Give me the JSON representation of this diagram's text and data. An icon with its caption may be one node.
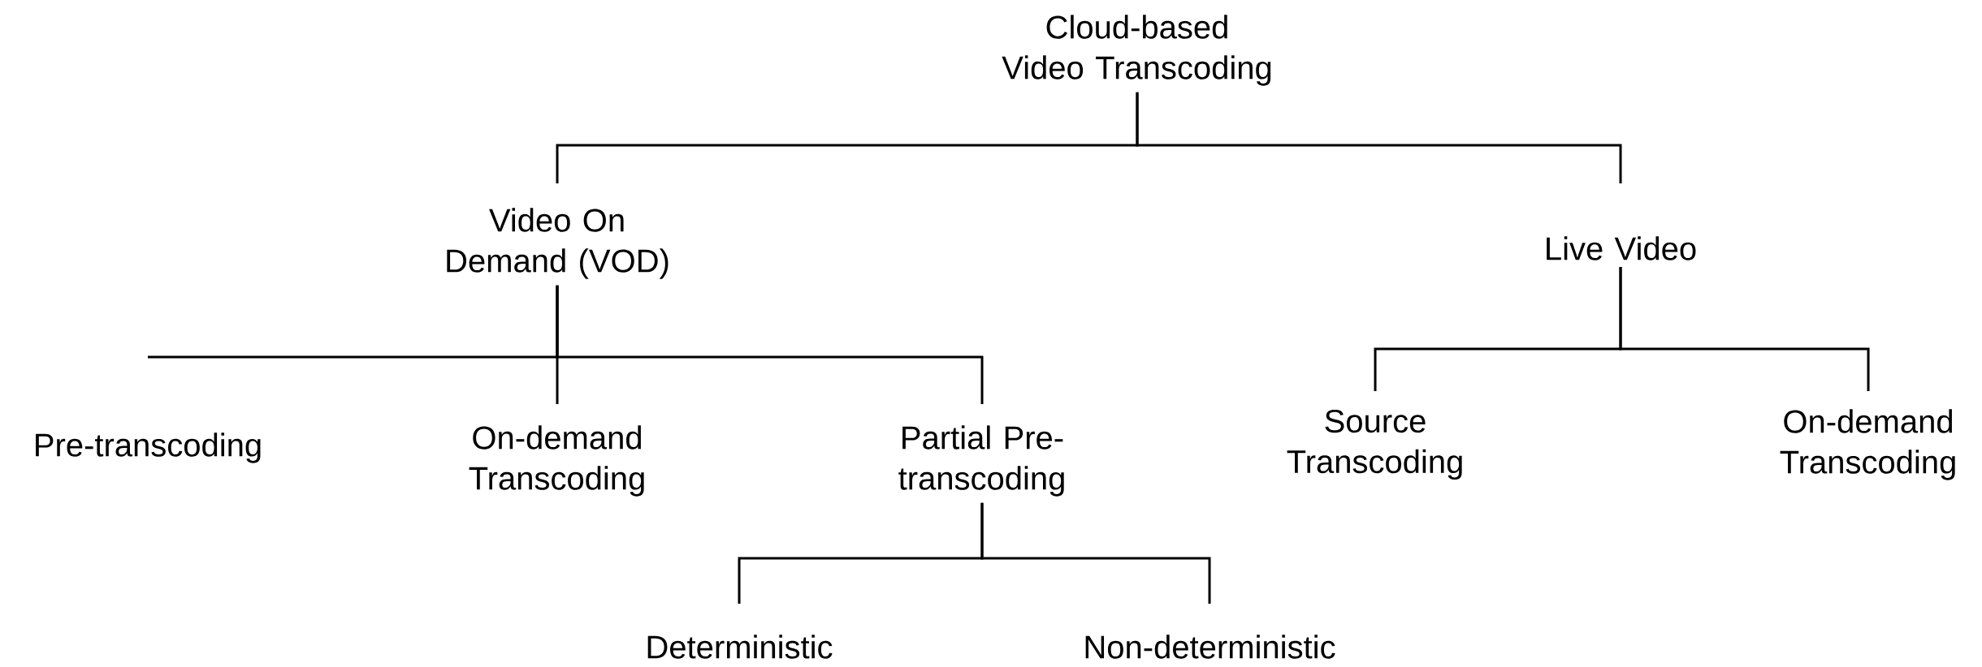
{
  "diagram": {
    "nodes": [
      {
        "text": [
          "Cloud-based Video Transcoding"
        ]
      },
      {
        "text": [
          "Video On Demand (VOD)"
        ]
      },
      {
        "text": [
          "Live Video"
        ]
      },
      {
        "text": [
          "Pre-transcoding"
        ]
      },
      {
        "text": [
          "On-demand Transcoding"
        ]
      },
      {
        "text": [
          "Partial Pre-transcoding"
        ]
      },
      {
        "text": [
          "Source Transcoding"
        ]
      },
      {
        "text": [
          "On-demand Transcoding"
        ]
      },
      {
        "text": [
          "Deterministic"
        ]
      },
      {
        "text": [
          "Non-deterministic"
        ]
      }
    ],
    "edges": [
      {
        "from": 0,
        "to": 1,
        "arrow": "none"
      },
      {
        "from": 0,
        "to": 2,
        "arrow": "none"
      },
      {
        "from": 1,
        "to": 3,
        "arrow": "none"
      },
      {
        "from": 1,
        "to": 4,
        "arrow": "none"
      },
      {
        "from": 1,
        "to": 5,
        "arrow": "none"
      },
      {
        "from": 2,
        "to": 6,
        "arrow": "none"
      },
      {
        "from": 2,
        "to": 7,
        "arrow": "none"
      },
      {
        "from": 5,
        "to": 8,
        "arrow": "none"
      },
      {
        "from": 5,
        "to": 9,
        "arrow": "none"
      }
    ]
  }
}
